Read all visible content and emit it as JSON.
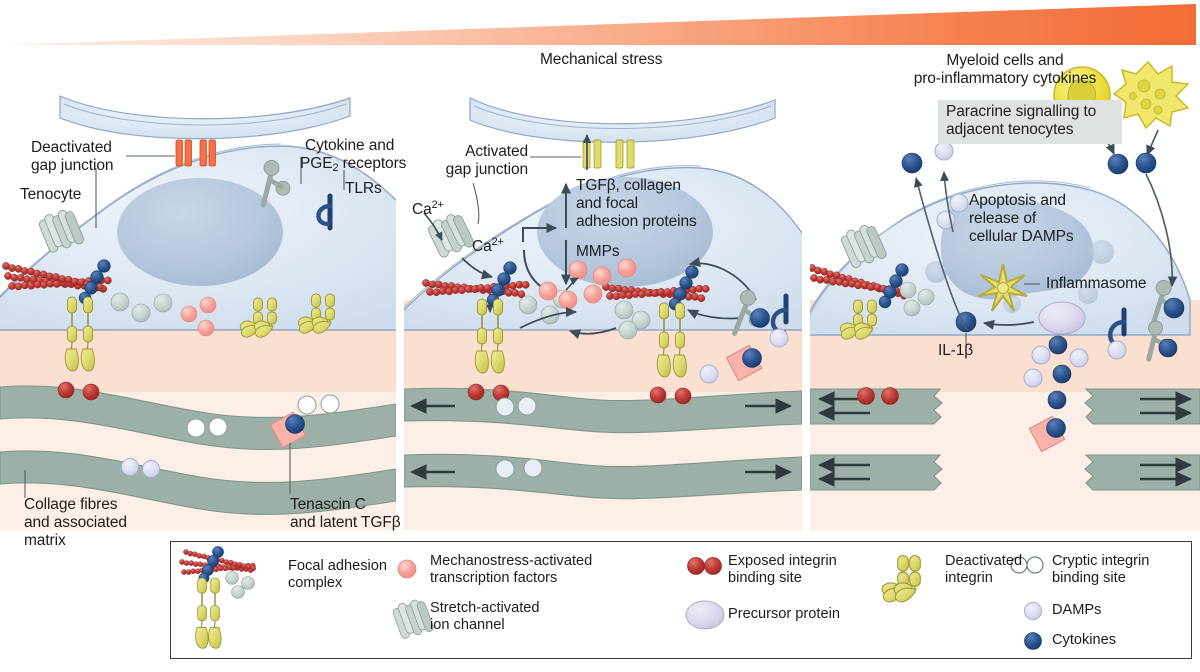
{
  "figure": {
    "title_top": "Mechanical stress",
    "gradient": {
      "name": "mechanical-stress-gradient",
      "from_color": "#fbe2d8",
      "to_color": "#f4703a",
      "direction": "left-to-right increasing"
    },
    "panels": [
      {
        "id": "panel-1",
        "name": "homeostatic-tenocyte-panel",
        "labels": [
          {
            "id": "deactivated-gap-junction",
            "text": "Deactivated\ngap junction"
          },
          {
            "id": "tenocyte",
            "text": "Tenocyte"
          },
          {
            "id": "cytokine-pge2-receptors",
            "text": "Cytokine and"
          },
          {
            "id": "cytokine-pge2-receptors-2",
            "text": "PGE₂ receptors"
          },
          {
            "id": "tlrs",
            "text": "TLRs"
          },
          {
            "id": "collagen-fibres",
            "text": "Collage fibres\nand associated\nmatrix"
          },
          {
            "id": "tenascin-c",
            "text": "Tenascin C\nand latent TGFβ"
          }
        ]
      },
      {
        "id": "panel-2",
        "name": "mechanically-stressed-tenocyte-panel",
        "labels": [
          {
            "id": "activated-gap-junction",
            "text": "Activated\ngap junction"
          },
          {
            "id": "calcium-extracellular",
            "text": "Ca²⁺"
          },
          {
            "id": "calcium-intracellular",
            "text": "Ca²⁺"
          },
          {
            "id": "nucleus-up-regulated",
            "text": "TGFβ, collagen\nand focal\nadhesion proteins"
          },
          {
            "id": "nucleus-down-regulated",
            "text": "MMPs"
          }
        ]
      },
      {
        "id": "panel-3",
        "name": "inflammatory-tenocyte-panel",
        "labels": [
          {
            "id": "myeloid-cells",
            "text": "Myeloid cells and\npro-inflammatory cytokines"
          },
          {
            "id": "paracrine-signalling",
            "text": "Paracrine signalling to\nadjacent tenocytes"
          },
          {
            "id": "apoptosis-damps",
            "text": "Apoptosis and\nrelease of\ncellular DAMPs"
          },
          {
            "id": "inflammasome",
            "text": "Inflammasome"
          },
          {
            "id": "il1b",
            "text": "IL-1β"
          }
        ]
      }
    ]
  },
  "legend": {
    "name": "figure-legend",
    "items": [
      {
        "id": "focal-adhesion-complex",
        "icon": "focal-adhesion-complex-icon",
        "label": "Focal adhesion\ncomplex"
      },
      {
        "id": "mechanostress-transcription-factors",
        "icon": "pink-circle-icon",
        "label": "Mechanostress-activated\ntranscription factors"
      },
      {
        "id": "stretch-activated-ion-channel",
        "icon": "ion-channel-icon",
        "label": "Stretch-activated\nion channel"
      },
      {
        "id": "exposed-integrin-binding-site",
        "icon": "red-double-circle-icon",
        "label": "Exposed integrin\nbinding site"
      },
      {
        "id": "precursor-protein",
        "icon": "lavender-ellipse-icon",
        "label": "Precursor protein"
      },
      {
        "id": "deactivated-integrin",
        "icon": "deactivated-integrin-icon",
        "label": "Deactivated\nintegrin"
      },
      {
        "id": "cryptic-integrin-binding-site",
        "icon": "white-double-circle-icon",
        "label": "Cryptic integrin\nbinding site"
      },
      {
        "id": "damps",
        "icon": "pale-lavender-circle-icon",
        "label": "DAMPs"
      },
      {
        "id": "cytokines",
        "icon": "dark-blue-circle-icon",
        "label": "Cytokines"
      }
    ]
  },
  "colors": {
    "cell_cytoplasm": "#dbe5f1",
    "cell_membrane_stroke": "#7b93b5",
    "nucleus": "#b6c7dd",
    "matrix_peach": "#fbe0d2",
    "matrix_peach_light": "#fdeee6",
    "collagen_band": "#9cb0a8",
    "collagen_band_stroke": "#7e958c",
    "integrin_yellow": "#dfdc6b",
    "integrin_yellow_dark": "#b9b53e",
    "actin_red": "#b83a45",
    "focal_adhesion_blue": "#2d4e86",
    "cytokine_blue": "#1f4e88",
    "damp_lavender": "#d6daee",
    "transcription_pink": "#f7a8a0",
    "exposed_site_red": "#c0392f",
    "gap_junction_orange": "#f0603c",
    "myeloid_yellow": "#f2e04a",
    "tenascin_pink": "#f6b3ab",
    "precursor_lavender": "#d8d6ec",
    "paracrine_box_bg": "#dfe2e2",
    "arrow_dark": "#2f3a3f",
    "ion_channel_grey": "#c3cfc9"
  }
}
